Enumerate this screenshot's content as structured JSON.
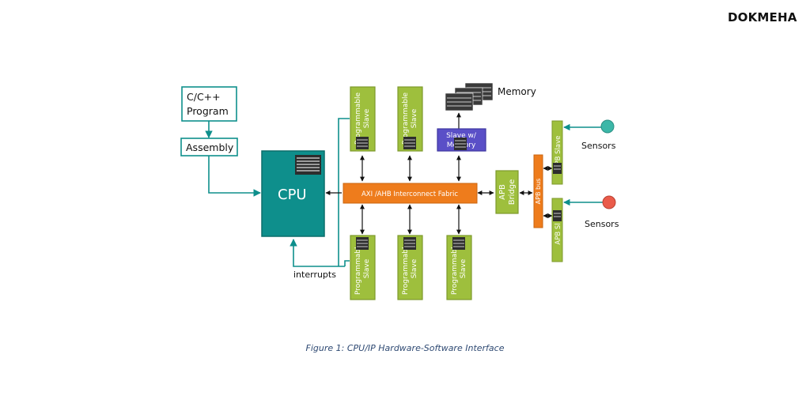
{
  "brand": "DOKMEHA",
  "caption": "Figure 1: CPU/IP Hardware-Software Interface",
  "colors": {
    "teal": "#0e8f8c",
    "teal_dark": "#0b6e6b",
    "green": "#9ebf3d",
    "green_dark": "#7d9a2b",
    "orange": "#ee7c1c",
    "purple": "#5a4fc7",
    "sensor_teal": "#3cb7a8",
    "sensor_red": "#ea5b4a"
  },
  "nodes": {
    "program": {
      "line1": "C/C++",
      "line2": "Program"
    },
    "assembly": "Assembly",
    "cpu": "CPU",
    "fabric": "AXI /AHB  Interconnect  Fabric",
    "slave_top": {
      "line1": "Programmable",
      "line2": "Slave"
    },
    "slave_memory": {
      "line1": "Slave w/",
      "line2": "Memory"
    },
    "memory_label": "Memory",
    "apb_bridge": {
      "line1": "APB",
      "line2": "Bridge"
    },
    "apb_bus": "APB bus",
    "apb_slave_top": "APB Slave",
    "apb_slave_bottom": "APB Sl",
    "slave_bottom": {
      "line1": "Programmable",
      "line2": "Slave"
    },
    "sensors": "Sensors",
    "interrupts": "interrupts"
  }
}
